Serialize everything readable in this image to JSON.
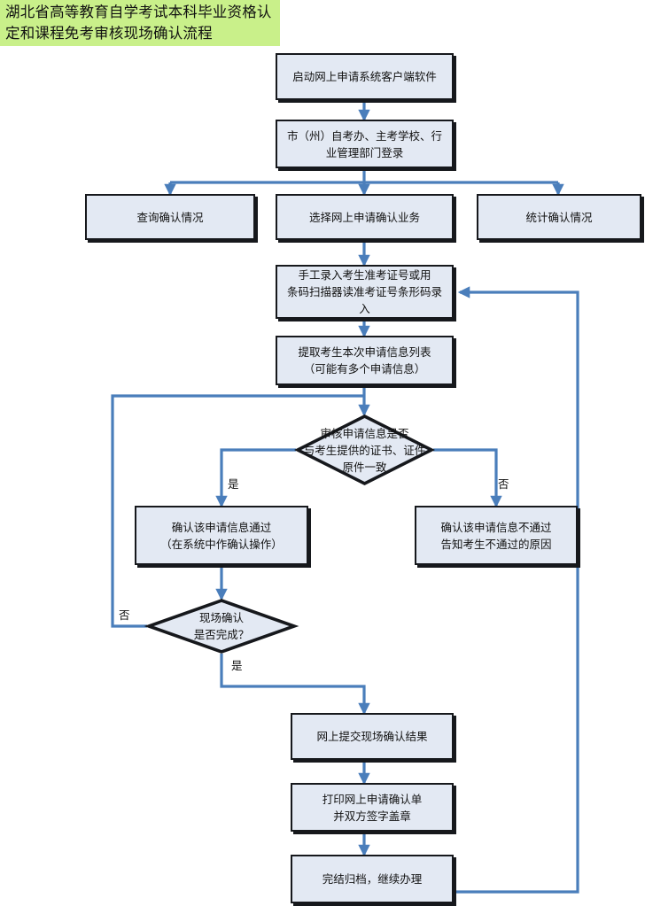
{
  "title": {
    "text": "湖北省高等教育自学考试本科毕业资格认定和课程免考审核现场确认流程",
    "background_color": "#c9f08a"
  },
  "colors": {
    "node_fill": "#e3e9f3",
    "node_border": "#16181c",
    "connector": "#4a7ebb",
    "title_background": "#c9f08a",
    "page_background": "#ffffff"
  },
  "nodes": [
    {
      "id": "start",
      "type": "process",
      "label": "启动网上申请系统客户端软件"
    },
    {
      "id": "login",
      "type": "process",
      "label": "市（州）自考办、主考学校、行业管理部门登录"
    },
    {
      "id": "query",
      "type": "process",
      "label": "查询确认情况"
    },
    {
      "id": "select",
      "type": "process",
      "label": "选择网上申请确认业务"
    },
    {
      "id": "stats",
      "type": "process",
      "label": "统计确认情况"
    },
    {
      "id": "input",
      "type": "process",
      "label": "手工录入考生准考证号或用条码扫描器读准考证号条形码录入"
    },
    {
      "id": "fetch",
      "type": "process",
      "label": "提取考生本次申请信息列表（可能有多个申请信息）"
    },
    {
      "id": "review",
      "type": "decision",
      "label": "审核申请信息是否与考生提供的证书、证件原件一致"
    },
    {
      "id": "pass",
      "type": "process",
      "label": "确认该申请信息通过（在系统中作确认操作）"
    },
    {
      "id": "fail",
      "type": "process",
      "label": "确认该申请信息不通过告知考生不通过的原因"
    },
    {
      "id": "onsite_done",
      "type": "decision",
      "label": "现场确认是否完成？"
    },
    {
      "id": "submit",
      "type": "process",
      "label": "网上提交现场确认结果"
    },
    {
      "id": "print",
      "type": "process",
      "label": "打印网上申请确认单并双方签字盖章"
    },
    {
      "id": "archive",
      "type": "process",
      "label": "完结归档，继续办理"
    }
  ],
  "node_lines": {
    "start": [
      "启动网上申请系统客户端软件"
    ],
    "login": [
      "市（州）自考办、主考学校、行",
      "业管理部门登录"
    ],
    "query": [
      "查询确认情况"
    ],
    "select": [
      "选择网上申请确认业务"
    ],
    "stats": [
      "统计确认情况"
    ],
    "input": [
      "手工录入考生准考证号或用",
      "条码扫描器读准考证号条形码录",
      "入"
    ],
    "fetch": [
      "提取考生本次申请信息列表",
      "（可能有多个申请信息）"
    ],
    "review": [
      "审核申请信息是否",
      "与考生提供的证书、证件",
      "原件一致"
    ],
    "pass": [
      "确认该申请信息通过",
      "（在系统中作确认操作）"
    ],
    "fail": [
      "确认该申请信息不通过",
      "告知考生不通过的原因"
    ],
    "onsite_done": [
      "现场确认",
      "是否完成？"
    ],
    "submit": [
      "网上提交现场确认结果"
    ],
    "print": [
      "打印网上申请确认单",
      "并双方签字盖章"
    ],
    "archive": [
      "完结归档，继续办理"
    ]
  },
  "edge_labels": {
    "review_yes": "是",
    "review_no": "否",
    "onsite_no": "否",
    "onsite_yes": "是"
  }
}
